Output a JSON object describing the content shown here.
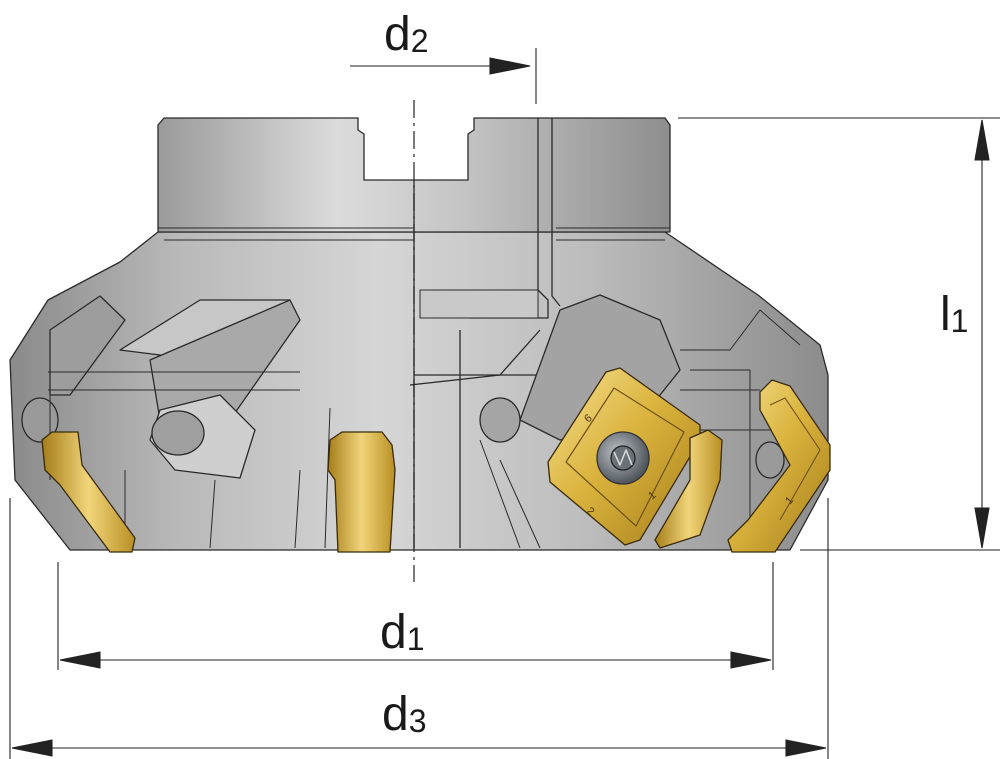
{
  "dimensions": {
    "d2": {
      "main": "d",
      "sub": "2"
    },
    "l1": {
      "main": "l",
      "sub": "1"
    },
    "d1": {
      "main": "d",
      "sub": "1"
    },
    "d3": {
      "main": "d",
      "sub": "3"
    }
  },
  "insert_marks": {
    "a": "6",
    "b": "2",
    "c": "1"
  },
  "colors": {
    "body": "#b4b4b4",
    "body_light": "#d2d2d2",
    "body_dark": "#8c8c8c",
    "insert": "#d9b23a",
    "insert_light": "#f3dc86",
    "insert_dark": "#a8801c",
    "outline": "#2a2a2a"
  }
}
